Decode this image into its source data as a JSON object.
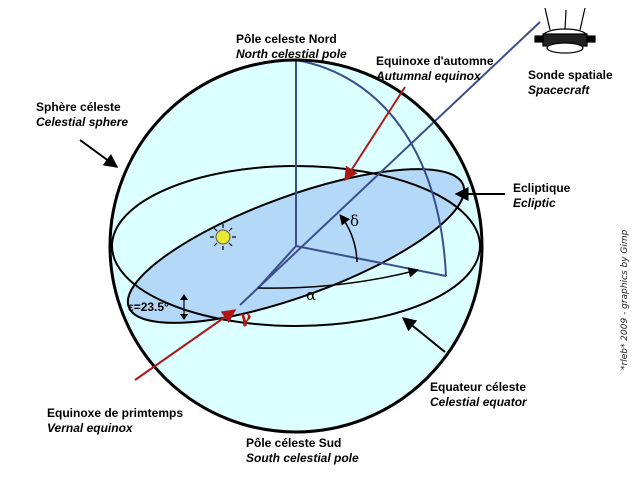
{
  "labels": {
    "north_pole": {
      "fr": "Pôle celeste Nord",
      "en": "North celestial pole"
    },
    "autumnal": {
      "fr": "Equinoxe d'automne",
      "en": "Autumnal equinox"
    },
    "spacecraft": {
      "fr": "Sonde spatiale",
      "en": "Spacecraft"
    },
    "sphere": {
      "fr": "Sphère céleste",
      "en": "Celestial sphere"
    },
    "ecliptic": {
      "fr": "Ecliptique",
      "en": "Ecliptic"
    },
    "equator": {
      "fr": "Equateur céleste",
      "en": "Celestial equator"
    },
    "vernal": {
      "fr": "Equinoxe de primtemps",
      "en": "Vernal equinox"
    },
    "south_pole": {
      "fr": "Pôle céleste Sud",
      "en": "South celestial pole"
    }
  },
  "symbols": {
    "delta": "δ",
    "alpha": "α",
    "gamma": "γ",
    "obliquity": "ε=23.5°"
  },
  "credit": "*rleb* 2009 - graphics by Gimp",
  "colors": {
    "sphere_fill": "#dcffff",
    "ecliptic_fill": "#b4d8f8",
    "axis_blue": "#3a4f8c",
    "pointer_red": "#b01818",
    "sun": "#e8e830"
  }
}
